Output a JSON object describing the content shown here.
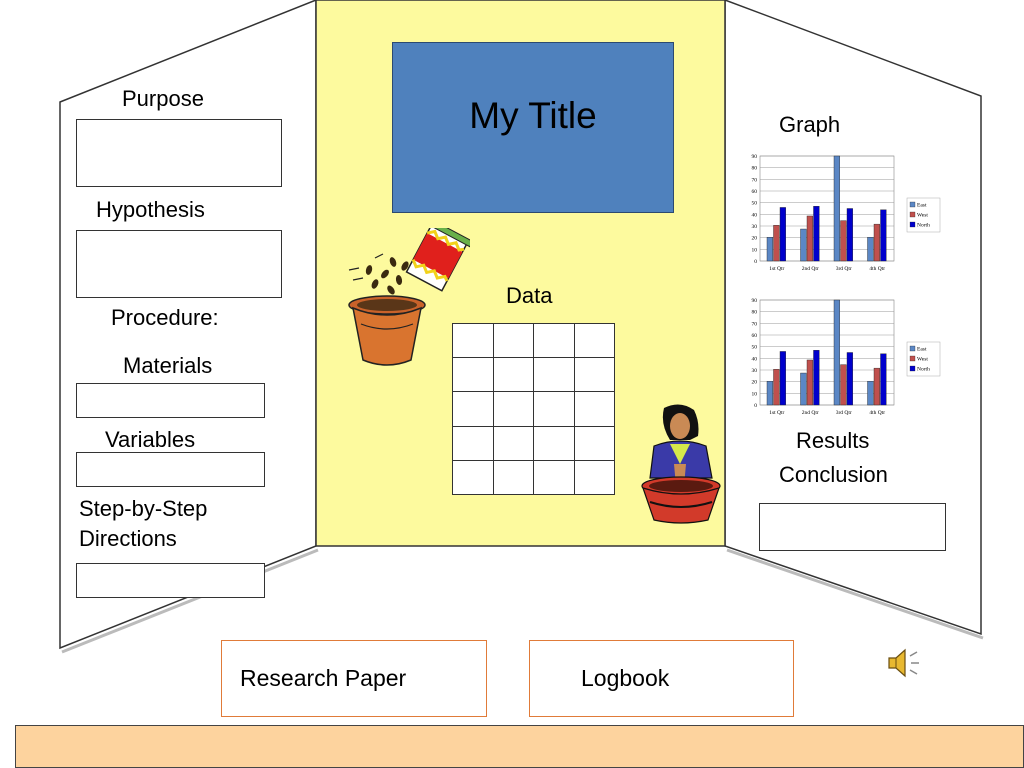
{
  "board": {
    "title": "My Title",
    "left_panel": {
      "purpose_label": "Purpose",
      "hypothesis_label": "Hypothesis",
      "procedure_label": "Procedure:",
      "materials_label": "Materials",
      "variables_label": "Variables",
      "steps_label_line1": "Step-by-Step",
      "steps_label_line2": "Directions"
    },
    "center_panel": {
      "data_label": "Data",
      "grid_rows": 5,
      "grid_cols": 4
    },
    "right_panel": {
      "graph_label": "Graph",
      "results_label": "Results",
      "conclusion_label": "Conclusion"
    }
  },
  "buttons": {
    "research_paper": "Research Paper",
    "logbook": "Logbook"
  },
  "icons": {
    "seed_pot": "seed-packet-pot-icon",
    "gardener": "gardener-icon",
    "sound": "speaker-icon"
  },
  "colors": {
    "center_panel": "#fdfa9e",
    "title_box": "#4f81bd",
    "footer": "#fdd39e",
    "button_border": "#e07b39"
  },
  "chart_data": [
    {
      "type": "bar",
      "categories": [
        "1st Qtr",
        "2nd Qtr",
        "3rd Qtr",
        "4th Qtr"
      ],
      "series": [
        {
          "name": "East",
          "values": [
            20.4,
            27.4,
            90,
            20.4
          ],
          "color": "#5b87c5"
        },
        {
          "name": "West",
          "values": [
            30.6,
            38.6,
            34.6,
            31.6
          ],
          "color": "#c0504d"
        },
        {
          "name": "North",
          "values": [
            45.9,
            46.9,
            45,
            43.9
          ],
          "color": "#0000cc"
        }
      ],
      "ylim": [
        0,
        90
      ],
      "yticks": [
        0,
        10,
        20,
        30,
        40,
        50,
        60,
        70,
        80,
        90
      ],
      "grid": true,
      "legend": "right"
    },
    {
      "type": "bar",
      "categories": [
        "1st Qtr",
        "2nd Qtr",
        "3rd Qtr",
        "4th Qtr"
      ],
      "series": [
        {
          "name": "East",
          "values": [
            20.4,
            27.4,
            90,
            20.4
          ],
          "color": "#5b87c5"
        },
        {
          "name": "West",
          "values": [
            30.6,
            38.6,
            34.6,
            31.6
          ],
          "color": "#c0504d"
        },
        {
          "name": "North",
          "values": [
            45.9,
            46.9,
            45,
            43.9
          ],
          "color": "#0000cc"
        }
      ],
      "ylim": [
        0,
        90
      ],
      "yticks": [
        0,
        10,
        20,
        30,
        40,
        50,
        60,
        70,
        80,
        90
      ],
      "grid": true,
      "legend": "right"
    }
  ]
}
